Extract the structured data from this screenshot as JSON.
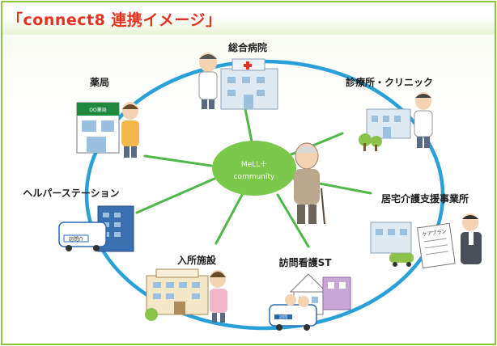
{
  "title": "「connect8 連携イメージ」",
  "center": {
    "line1": "MeLL＋",
    "line2": "community"
  },
  "nodes": [
    {
      "id": "general-hospital",
      "label": "総合病院"
    },
    {
      "id": "clinic",
      "label": "診療所・クリニック"
    },
    {
      "id": "care-support-office",
      "label": "居宅介護支援事業所"
    },
    {
      "id": "home-nursing",
      "label": "訪問看護ST"
    },
    {
      "id": "care-facility",
      "label": "入所施設"
    },
    {
      "id": "helper-station",
      "label": "ヘルパーステーション"
    },
    {
      "id": "pharmacy",
      "label": "薬局"
    }
  ],
  "signs": {
    "pharmacy_sign": "OO薬局",
    "van_sign": "訪問介",
    "care_plan": "ケアプラン",
    "ambulance_sign": "訪問"
  },
  "colors": {
    "ring": "#2aa0d8",
    "spoke": "#4fb848",
    "center_fill": "#7cc84a",
    "title": "#e3321f",
    "frame": "#8cc63f"
  }
}
